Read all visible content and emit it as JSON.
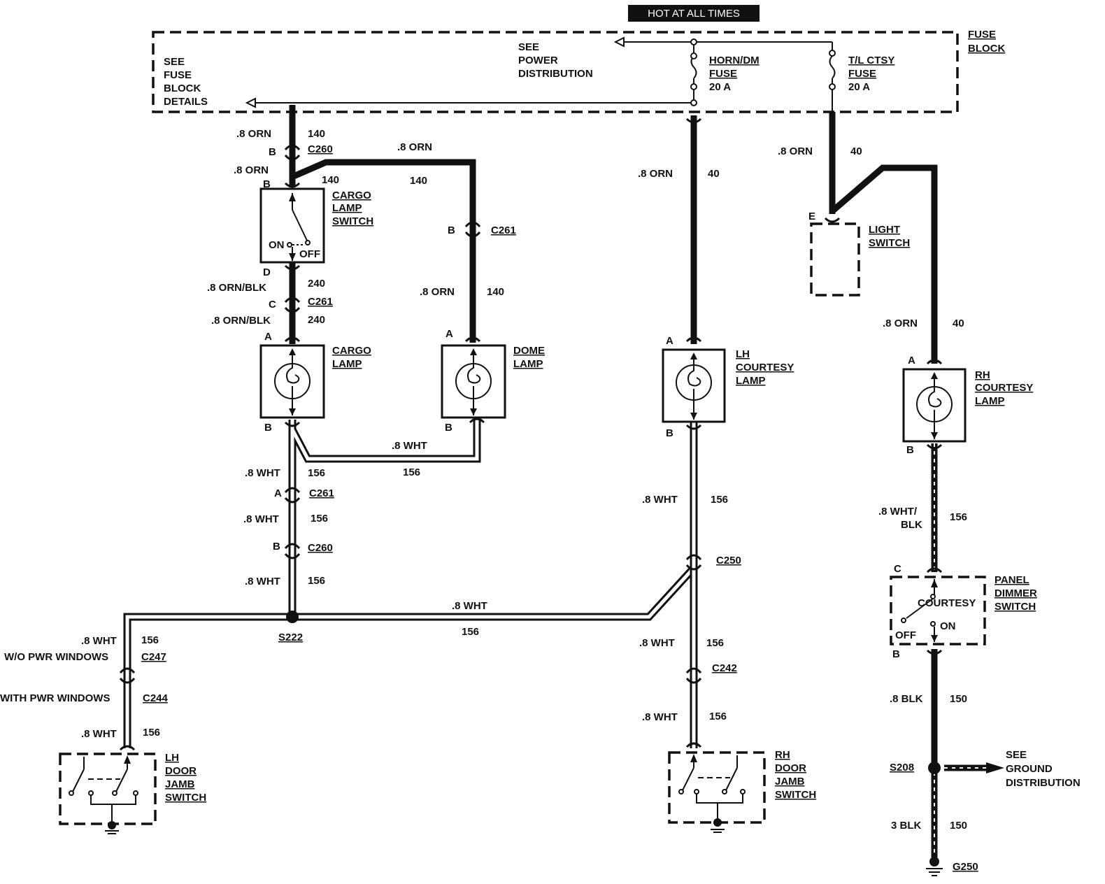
{
  "header": {
    "hot_at_all_times": "HOT AT ALL TIMES"
  },
  "fuse_block": {
    "title": [
      "FUSE",
      "BLOCK"
    ],
    "see_details": [
      "SEE",
      "FUSE",
      "BLOCK",
      "DETAILS"
    ],
    "see_power": [
      "SEE",
      "POWER",
      "DISTRIBUTION"
    ],
    "horn_fuse": [
      "HORN/DM",
      "FUSE",
      "20 A"
    ],
    "tl_fuse": [
      "T/L CTSY",
      "FUSE",
      "20 A"
    ]
  },
  "components": {
    "cargo_lamp_switch": [
      "CARGO",
      "LAMP",
      "SWITCH"
    ],
    "cargo_switch_on": "ON",
    "cargo_switch_off": "OFF",
    "cargo_lamp": [
      "CARGO",
      "LAMP"
    ],
    "dome_lamp": [
      "DOME",
      "LAMP"
    ],
    "lh_courtesy_lamp": [
      "LH",
      "COURTESY",
      "LAMP"
    ],
    "rh_courtesy_lamp": [
      "RH",
      "COURTESY",
      "LAMP"
    ],
    "light_switch": [
      "LIGHT",
      "SWITCH"
    ],
    "panel_dimmer_switch": [
      "PANEL",
      "DIMMER",
      "SWITCH"
    ],
    "dimmer_courtesy": "COURTESY",
    "dimmer_on": "ON",
    "dimmer_off": "OFF",
    "lh_door_jamb_switch": [
      "LH",
      "DOOR",
      "JAMB",
      "SWITCH"
    ],
    "rh_door_jamb_switch": [
      "RH",
      "DOOR",
      "JAMB",
      "SWITCH"
    ],
    "see_ground": [
      "SEE",
      "GROUND",
      "DISTRIBUTION"
    ]
  },
  "connectors": {
    "c260": "C260",
    "c261": "C261",
    "c250": "C250",
    "c242": "C242",
    "c247": "C247",
    "c244": "C244",
    "s222": "S222",
    "s208": "S208",
    "g250": "G250"
  },
  "pins": {
    "a": "A",
    "b": "B",
    "c": "C",
    "d": "D",
    "e": "E"
  },
  "wires": {
    "orn": ".8 ORN",
    "orn_blk": ".8 ORN/BLK",
    "wht": ".8 WHT",
    "wht_blk_1": ".8 WHT/",
    "wht_blk_2": "BLK",
    "blk": ".8 BLK",
    "blk3": "3 BLK",
    "c140": "140",
    "c240": "240",
    "c40": "40",
    "c156": "156",
    "c150": "150"
  },
  "notes": {
    "wo_pwr_windows": "W/O PWR WINDOWS",
    "with_pwr_windows": "WITH PWR WINDOWS"
  }
}
